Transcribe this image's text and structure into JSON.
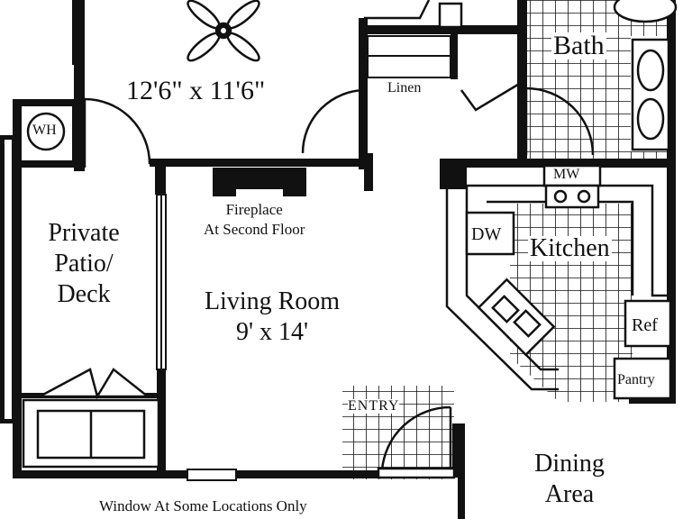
{
  "colors": {
    "wall": "#111111",
    "background": "#ffffff",
    "grid": "#111111"
  },
  "labels": {
    "bedroom_size": "12'6\" x 11'6\"",
    "linen": "Linen",
    "bath": "Bath",
    "water_heater": "WH",
    "fireplace_line1": "Fireplace",
    "fireplace_line2": "At Second Floor",
    "microwave": "MW",
    "dishwasher": "DW",
    "kitchen": "Kitchen",
    "patio_line1": "Private",
    "patio_line2": "Patio/",
    "patio_line3": "Deck",
    "living_room": "Living Room",
    "living_size": "9' x 14'",
    "refrigerator": "Ref",
    "pantry": "Pantry",
    "entry": "ENTRY",
    "dining_line1": "Dining",
    "dining_line2": "Area",
    "window_note": "Window At Some Locations Only"
  },
  "icons": [
    "ceiling-fan-icon",
    "fireplace-icon",
    "stove-icon",
    "sink-icon",
    "toilet-icon",
    "door-swing-icon",
    "sofa-icon"
  ]
}
